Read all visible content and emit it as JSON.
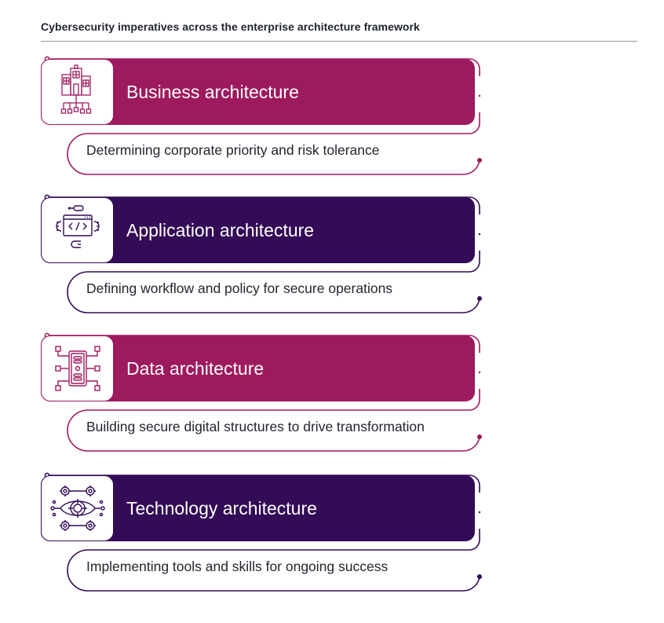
{
  "title": "Cybersecurity imperatives across the enterprise architecture framework",
  "colors": {
    "magenta": "#9E1A5E",
    "purple": "#330B56",
    "text_dark": "#22252E",
    "rule": "#9A9A9A"
  },
  "items": [
    {
      "label": "Business architecture",
      "description": "Determining corporate priority and risk tolerance",
      "icon": "buildings-hierarchy-icon",
      "color": "#9E1A5E"
    },
    {
      "label": "Application architecture",
      "description": "Defining workflow and policy for secure operations",
      "icon": "code-window-gears-icon",
      "color": "#330B56"
    },
    {
      "label": "Data architecture",
      "description": "Building secure digital structures to drive transformation",
      "icon": "server-network-icon",
      "color": "#9E1A5E"
    },
    {
      "label": "Technology architecture",
      "description": "Implementing tools and skills for ongoing success",
      "icon": "eye-target-gears-icon",
      "color": "#330B56"
    }
  ]
}
